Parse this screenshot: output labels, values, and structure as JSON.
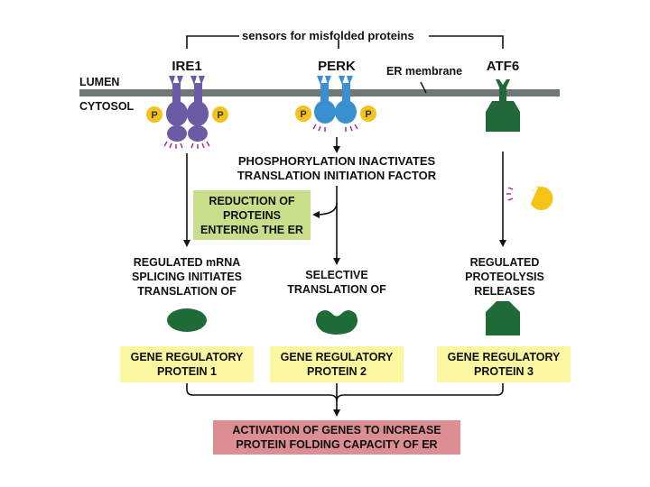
{
  "sensors_label": "sensors for misfolded proteins",
  "lumen_label": "LUMEN",
  "cytosol_label": "CYTOSOL",
  "er_membrane_label": "ER membrane",
  "sensors": [
    {
      "name": "IRE1",
      "color": "#6b5aa6"
    },
    {
      "name": "PERK",
      "color": "#3a8fd0"
    },
    {
      "name": "ATF6",
      "color": "#23683a"
    }
  ],
  "phospho_label": "P",
  "perk_step": [
    "PHOSPHORYLATION INACTIVATES",
    "TRANSLATION INITIATION FACTOR"
  ],
  "reduction_box": [
    "REDUCTION OF",
    "PROTEINS",
    "ENTERING THE ER"
  ],
  "ire1_step": [
    "REGULATED mRNA",
    "SPLICING INITIATES",
    "TRANSLATION OF"
  ],
  "perk_step2": [
    "SELECTIVE",
    "TRANSLATION OF"
  ],
  "atf6_step": [
    "REGULATED",
    "PROTEOLYSIS",
    "RELEASES"
  ],
  "gene_boxes": [
    [
      "GENE REGULATORY",
      "PROTEIN 1"
    ],
    [
      "GENE REGULATORY",
      "PROTEIN 2"
    ],
    [
      "GENE REGULATORY",
      "PROTEIN 3"
    ]
  ],
  "activation_box": [
    "ACTIVATION OF GENES TO INCREASE",
    "PROTEIN FOLDING CAPACITY OF ER"
  ],
  "colors": {
    "membrane": "#6e7876",
    "gene_box": "#fbf6a0",
    "reduction_box": "#c9de8a",
    "activation_box": "#dc8e92",
    "phospho": "#f3c31d",
    "protein": "#1f6b38",
    "protease": "#f4c414",
    "tick": "#a3208c"
  }
}
